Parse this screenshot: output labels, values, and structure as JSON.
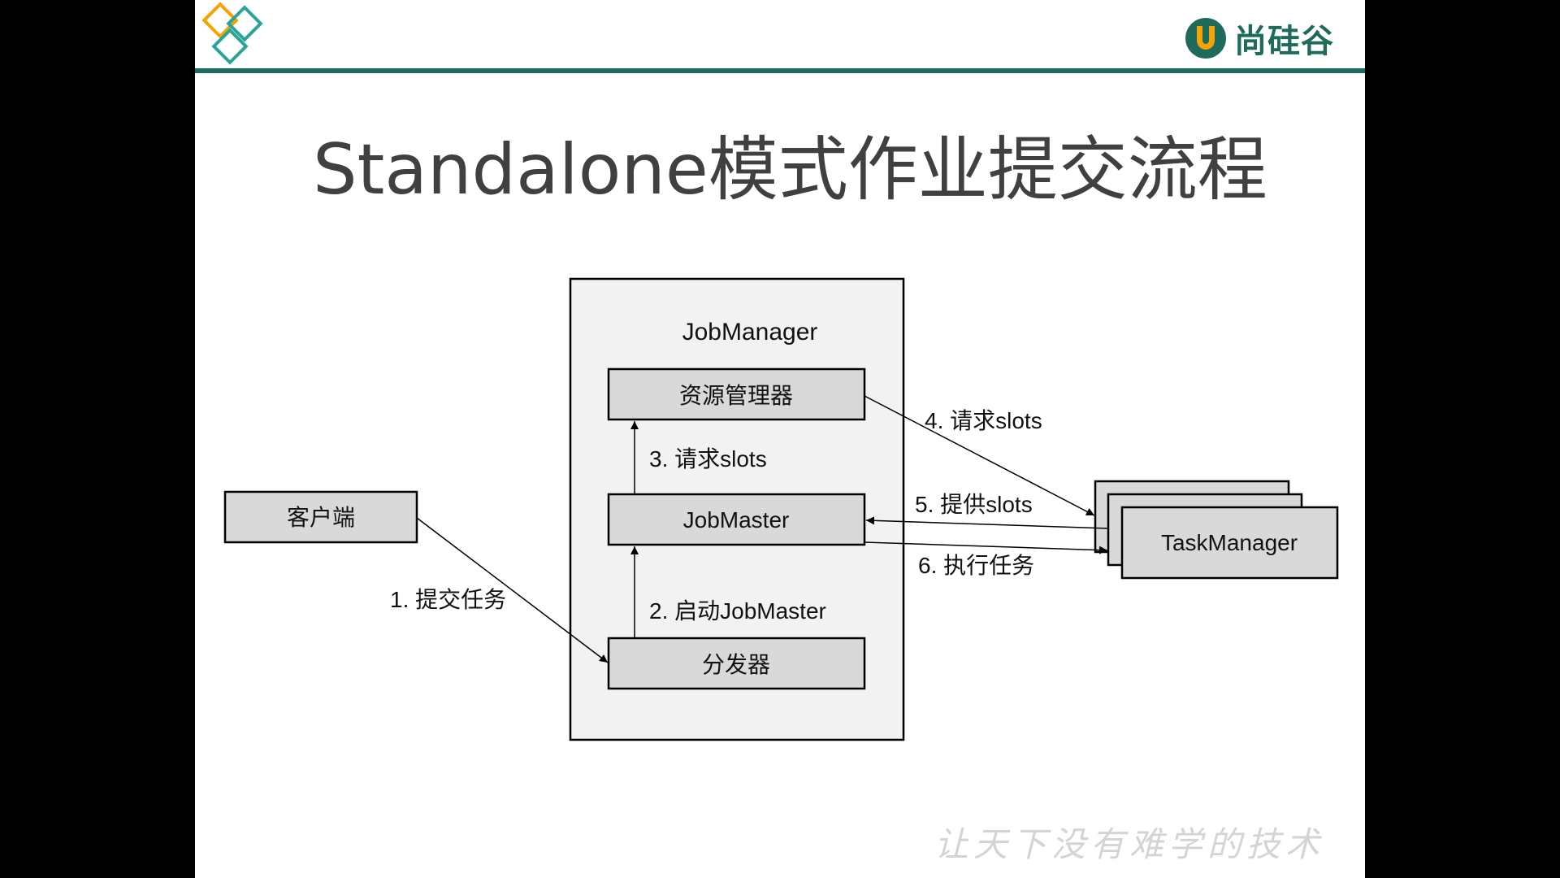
{
  "header": {
    "brand_text": "尚硅谷",
    "logo_icon": "diamond-logo-icon",
    "brand_icon": "u-badge-icon",
    "accent_color": "#1e6b5c",
    "logo_colors": [
      "#f4a300",
      "#2aa39a"
    ]
  },
  "title": "Standalone模式作业提交流程",
  "diagram": {
    "client": "客户端",
    "jobmanager_label": "JobManager",
    "resource_manager": "资源管理器",
    "jobmaster": "JobMaster",
    "dispatcher": "分发器",
    "taskmanager": "TaskManager",
    "steps": {
      "s1": "1. 提交任务",
      "s2": "2. 启动JobMaster",
      "s3": "3. 请求slots",
      "s4": "4. 请求slots",
      "s5": "5. 提供slots",
      "s6": "6. 执行任务"
    }
  },
  "watermark": "让天下没有难学的技术"
}
